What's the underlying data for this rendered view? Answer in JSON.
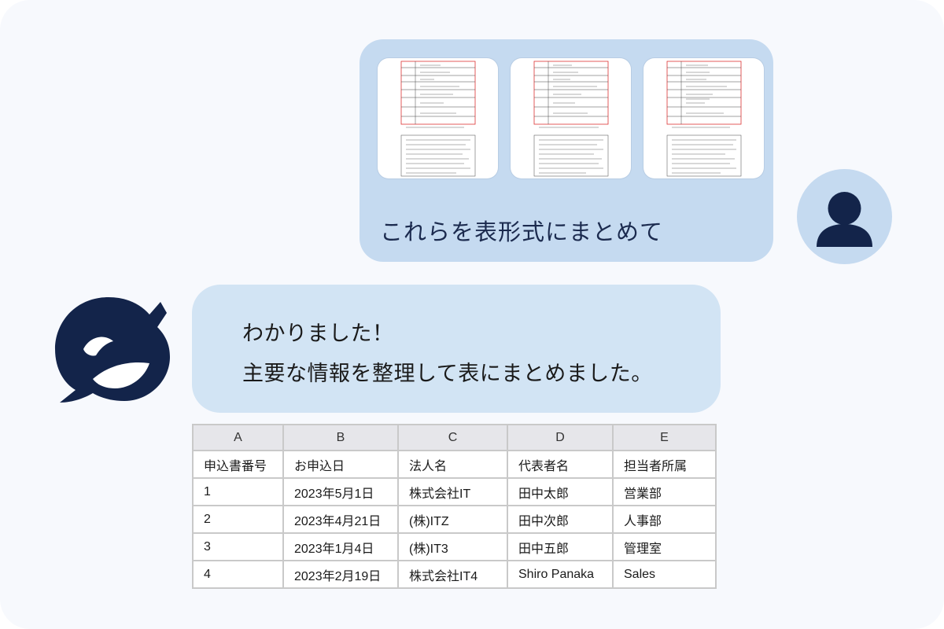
{
  "user_message": {
    "text": "これらを表形式にまとめて",
    "attachments": [
      {
        "type": "document-thumbnail"
      },
      {
        "type": "document-thumbnail"
      },
      {
        "type": "document-thumbnail"
      }
    ]
  },
  "assistant_message": {
    "line1": "わかりました！",
    "line2": "主要な情報を整理して表にまとめました。"
  },
  "spreadsheet": {
    "column_letters": [
      "A",
      "B",
      "C",
      "D",
      "E"
    ],
    "headers": [
      "申込書番号",
      "お申込日",
      "法人名",
      "代表者名",
      "担当者所属"
    ],
    "rows": [
      [
        "1",
        "2023年5月1日",
        "株式会社IT",
        "田中太郎",
        "営業部"
      ],
      [
        "2",
        "2023年4月21日",
        "(株)ITZ",
        "田中次郎",
        "人事部"
      ],
      [
        "3",
        "2023年1月4日",
        "(株)IT3",
        "田中五郎",
        "管理室"
      ],
      [
        "4",
        "2023年2月19日",
        "株式会社IT4",
        "Shiro Panaka",
        "Sales"
      ]
    ]
  },
  "colors": {
    "user_bubble": "#c5daf0",
    "assistant_bubble": "#d2e4f4",
    "brand_navy": "#13244a",
    "background": "#f7f9fd"
  },
  "icons": {
    "user_avatar": "user-avatar-icon",
    "assistant_logo": "orca-logo-icon"
  }
}
